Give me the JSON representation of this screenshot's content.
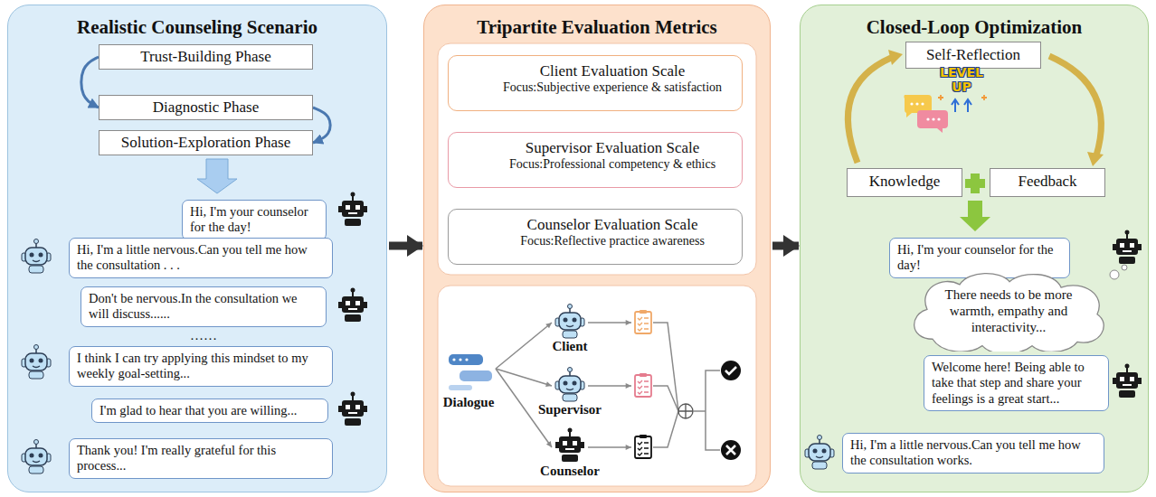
{
  "diagram": {
    "nodes": [
      {
        "text": [
          "Realistic Counseling Scenario"
        ]
      },
      {
        "text": [
          "Trust-Building Phase"
        ],
        "in": 0
      },
      {
        "text": [
          "Diagnostic Phase"
        ],
        "in": 0
      },
      {
        "text": [
          "Solution-Exploration Phase"
        ],
        "in": 0
      },
      {
        "text": [
          "Hi, I'm your counselor for the day!"
        ],
        "in": 0
      },
      {
        "text": [
          "Hi, I'm a little nervous.Can you tell me how the consultation . . ."
        ],
        "in": 0
      },
      {
        "text": [
          "Don't be nervous.In the consultation we will discuss......"
        ],
        "in": 0
      },
      {
        "text": [
          "I think I can try applying this mindset to my weekly goal-setting..."
        ],
        "in": 0
      },
      {
        "text": [
          "I'm glad to hear that you are willing..."
        ],
        "in": 0
      },
      {
        "text": [
          "Thank you! I'm really grateful for this process..."
        ],
        "in": 0
      },
      {
        "text": [
          "Tripartite Evaluation Metrics"
        ]
      },
      {
        "text": [
          "Client Evaluation Scale",
          "Focus:Subjective experience & satisfaction"
        ],
        "in": 10
      },
      {
        "text": [
          "Supervisor Evaluation Scale",
          "Focus:Professional competency & ethics"
        ],
        "in": 10
      },
      {
        "text": [
          "Counselor Evaluation Scale",
          "Focus:Reflective practice awareness"
        ],
        "in": 10
      },
      {
        "text": [
          "Closed-Loop Optimization"
        ]
      },
      {
        "text": [
          "Self-Reflection"
        ],
        "in": 14
      },
      {
        "text": [
          "Knowledge"
        ],
        "in": 14
      },
      {
        "text": [
          "Feedback"
        ],
        "in": 14
      },
      {
        "text": [
          "Hi, I'm your counselor for the day!"
        ],
        "in": 14
      },
      {
        "text": [
          "There needs to be more warmth, empathy and interactivity..."
        ],
        "in": 14
      },
      {
        "text": [
          "Welcome here! Being able to take that step and share your feelings is a great start..."
        ],
        "in": 14
      },
      {
        "text": [
          "Hi, I'm a little nervous.Can you tell me how the consultation works."
        ],
        "in": 14
      }
    ],
    "edges": [
      {
        "from": 1,
        "to": 2,
        "arrow": "to"
      },
      {
        "from": 2,
        "to": 3,
        "arrow": "to"
      },
      {
        "from": 0,
        "to": 10,
        "arrow": "to"
      },
      {
        "from": 10,
        "to": 14,
        "arrow": "to"
      }
    ],
    "labels": [
      "……",
      "Dialogue",
      "Client",
      "Supervisor",
      "Counselor",
      "LEVEL",
      "UP"
    ]
  }
}
